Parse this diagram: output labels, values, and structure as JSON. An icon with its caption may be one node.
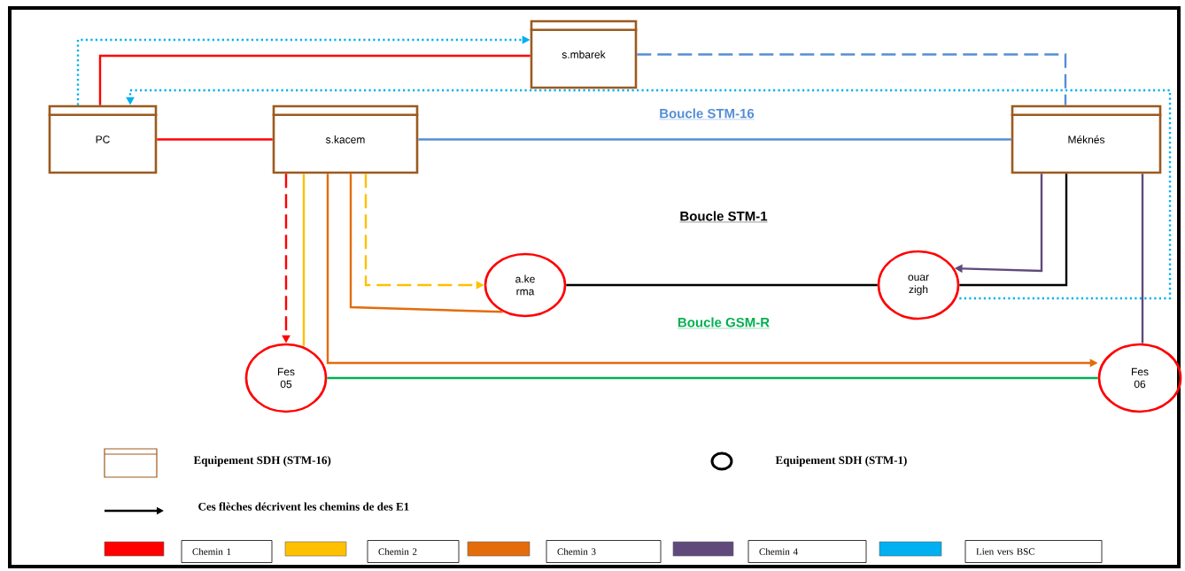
{
  "diagram": {
    "nodes": [
      {
        "text": [
          "s.mbarek"
        ]
      },
      {
        "text": [
          "PC"
        ]
      },
      {
        "text": [
          "s.kacem"
        ]
      },
      {
        "text": [
          "Méknés"
        ]
      },
      {
        "text": [
          "a.ke rma"
        ]
      },
      {
        "text": [
          "ouar zigh"
        ]
      },
      {
        "text": [
          "Fes 05"
        ]
      },
      {
        "text": [
          "Fes 06"
        ]
      }
    ],
    "edges": [
      {
        "from": 1,
        "to": 0,
        "arrow": "to",
        "style": "dashed",
        "color": "#00b0f0"
      },
      {
        "from": 1,
        "to": 0,
        "arrow": "none",
        "color": "#ff0000"
      },
      {
        "from": 1,
        "to": 2,
        "arrow": "none",
        "color": "#ff0000"
      },
      {
        "from": 0,
        "to": 3,
        "arrow": "none",
        "style": "dashed",
        "color": "#558ed5"
      },
      {
        "from": 2,
        "to": 3,
        "arrow": "none",
        "color": "#558ed5"
      },
      {
        "from": 5,
        "to": 1,
        "arrow": "to",
        "style": "dashed",
        "color": "#00b0f0"
      },
      {
        "from": 2,
        "to": 6,
        "arrow": "to",
        "style": "dashed",
        "color": "#ff0000"
      },
      {
        "from": 2,
        "to": 6,
        "arrow": "none",
        "color": "#ffc000"
      },
      {
        "from": 2,
        "to": 7,
        "arrow": "to",
        "color": "#e46c0a"
      },
      {
        "from": 2,
        "to": 4,
        "arrow": "none",
        "color": "#e46c0a"
      },
      {
        "from": 2,
        "to": 4,
        "arrow": "to",
        "style": "dashed",
        "color": "#ffc000"
      },
      {
        "from": 4,
        "to": 5,
        "arrow": "none",
        "color": "#000000"
      },
      {
        "from": 3,
        "to": 5,
        "arrow": "to",
        "color": "#604a7b"
      },
      {
        "from": 3,
        "to": 5,
        "arrow": "none",
        "color": "#000000"
      },
      {
        "from": 3,
        "to": 7,
        "arrow": "none",
        "color": "#604a7b"
      },
      {
        "from": 6,
        "to": 7,
        "arrow": "none",
        "color": "#00b050"
      }
    ],
    "labels": [
      "Boucle STM-16",
      "Boucle STM-1",
      "Boucle GSM-R"
    ],
    "legend": [
      {
        "text": "Equipement SDH (STM-16)"
      },
      {
        "text": "Equipement SDH (STM-1)"
      },
      {
        "text": "Ces flèches décrivent les chemins de des E1"
      },
      {
        "text": "Chemin 1",
        "color": "#ff0000"
      },
      {
        "text": "Chemin 2",
        "color": "#ffc000"
      },
      {
        "text": "Chemin 3",
        "color": "#e46c0a"
      },
      {
        "text": "Chemin 4",
        "color": "#604a7b"
      },
      {
        "text": "Lien vers BSC",
        "color": "#00b0f0"
      }
    ]
  }
}
